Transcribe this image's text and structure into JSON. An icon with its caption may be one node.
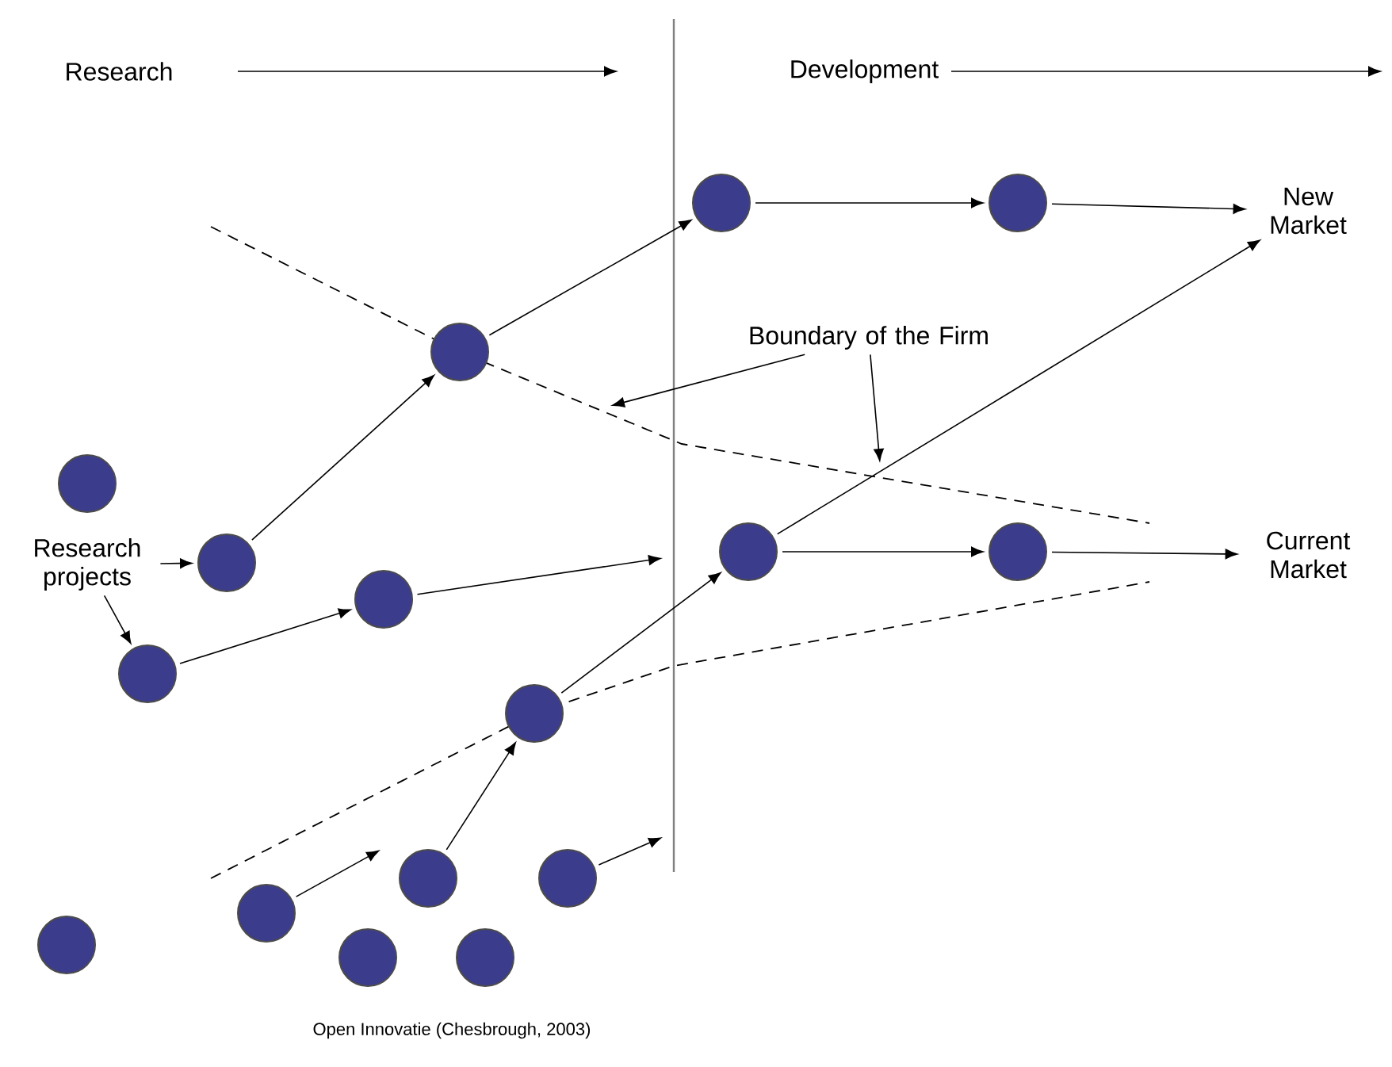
{
  "diagram": {
    "caption": "Open Innovatie (Chesbrough, 2003)",
    "nodes": [
      {
        "text": [
          "New Market"
        ]
      },
      {
        "text": [
          "Current Market"
        ]
      },
      {
        "text": [
          "Research projects"
        ]
      },
      {
        "text": [
          "Boundary of the Firm"
        ]
      },
      {
        "text": [],
        "shape": "circle"
      },
      {
        "text": [],
        "shape": "circle"
      },
      {
        "text": [],
        "shape": "circle"
      },
      {
        "text": [],
        "shape": "circle"
      },
      {
        "text": [],
        "shape": "circle"
      },
      {
        "text": [],
        "shape": "circle"
      },
      {
        "text": [],
        "shape": "circle"
      },
      {
        "text": [],
        "shape": "circle"
      },
      {
        "text": [],
        "shape": "circle"
      },
      {
        "text": [],
        "shape": "circle"
      },
      {
        "text": [],
        "shape": "circle"
      },
      {
        "text": [],
        "shape": "circle"
      },
      {
        "text": [],
        "shape": "circle"
      },
      {
        "text": [],
        "shape": "circle"
      },
      {
        "text": [],
        "shape": "circle"
      },
      {
        "text": [],
        "shape": "circle"
      }
    ],
    "edges": [
      {
        "from": 2,
        "to": 8,
        "arrow": "to"
      },
      {
        "from": 2,
        "to": 12,
        "arrow": "to"
      },
      {
        "from": 8,
        "to": 5,
        "arrow": "to"
      },
      {
        "from": 5,
        "to": 6,
        "arrow": "to"
      },
      {
        "from": 6,
        "to": 7,
        "arrow": "to"
      },
      {
        "from": 7,
        "to": 0,
        "arrow": "to"
      },
      {
        "from": 12,
        "to": 9,
        "arrow": "to"
      },
      {
        "from": 9,
        "to": null,
        "arrow": "to"
      },
      {
        "from": 13,
        "to": 10,
        "arrow": "to"
      },
      {
        "from": 10,
        "to": 0,
        "arrow": "to"
      },
      {
        "from": 10,
        "to": 11,
        "arrow": "to"
      },
      {
        "from": 11,
        "to": 1,
        "arrow": "to"
      },
      {
        "from": 14,
        "to": null,
        "arrow": "to"
      },
      {
        "from": 15,
        "to": 13,
        "arrow": "to"
      },
      {
        "from": 16,
        "to": null,
        "arrow": "to"
      },
      {
        "from": 3,
        "to": null,
        "arrow": "to"
      },
      {
        "from": 3,
        "to": null,
        "arrow": "to"
      }
    ],
    "labels": [
      "Research",
      "Development"
    ]
  }
}
